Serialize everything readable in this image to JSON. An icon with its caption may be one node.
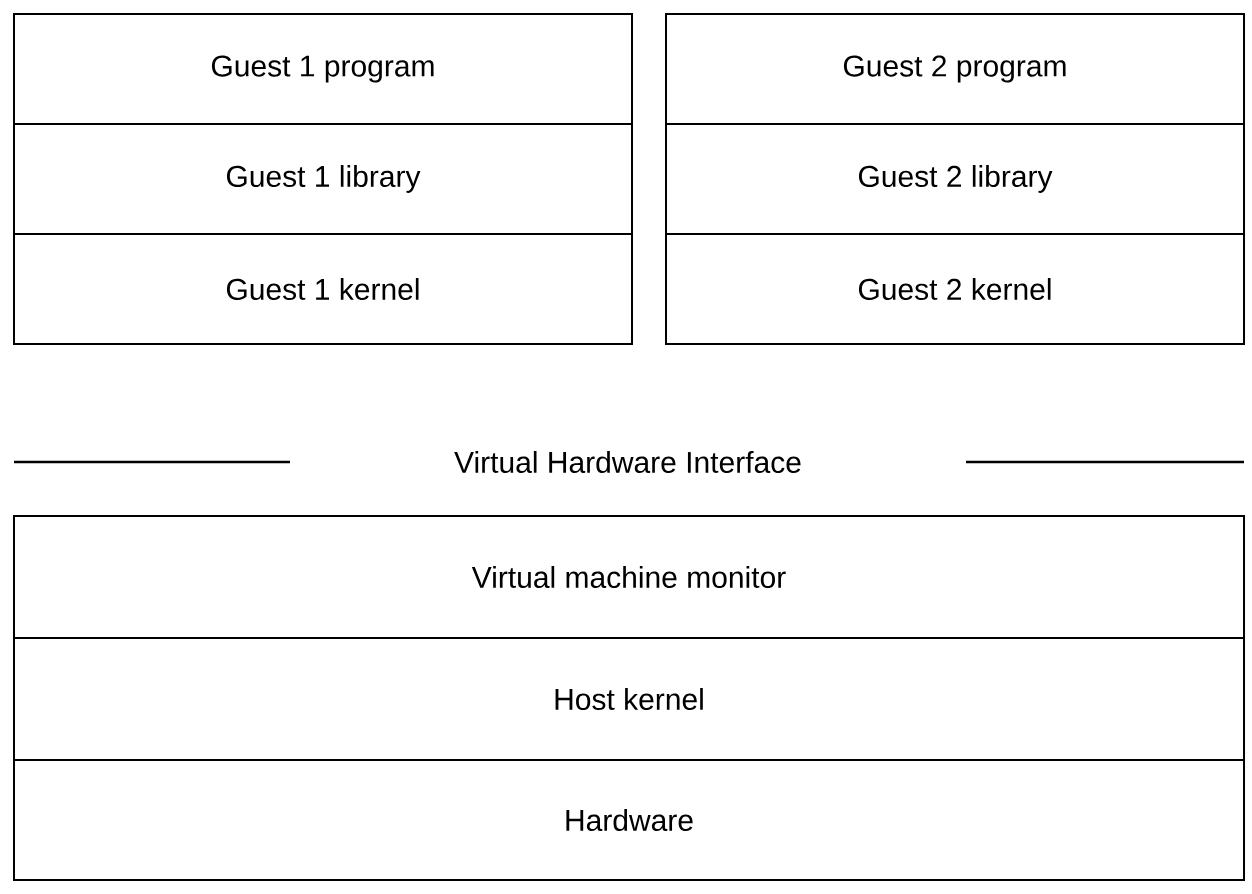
{
  "diagram": {
    "nodes": [
      {
        "text": [
          "Guest 1 program"
        ]
      },
      {
        "text": [
          "Guest 2 program"
        ]
      },
      {
        "text": [
          "Guest 1 library"
        ]
      },
      {
        "text": [
          "Guest 2 library"
        ]
      },
      {
        "text": [
          "Guest 1 kernel"
        ]
      },
      {
        "text": [
          "Guest 2 kernel"
        ]
      },
      {
        "text": [
          "Virtual machine monitor"
        ]
      },
      {
        "text": [
          "Host kernel"
        ]
      },
      {
        "text": [
          "Hardware"
        ]
      }
    ],
    "labels": [
      "Virtual Hardware Interface"
    ]
  }
}
